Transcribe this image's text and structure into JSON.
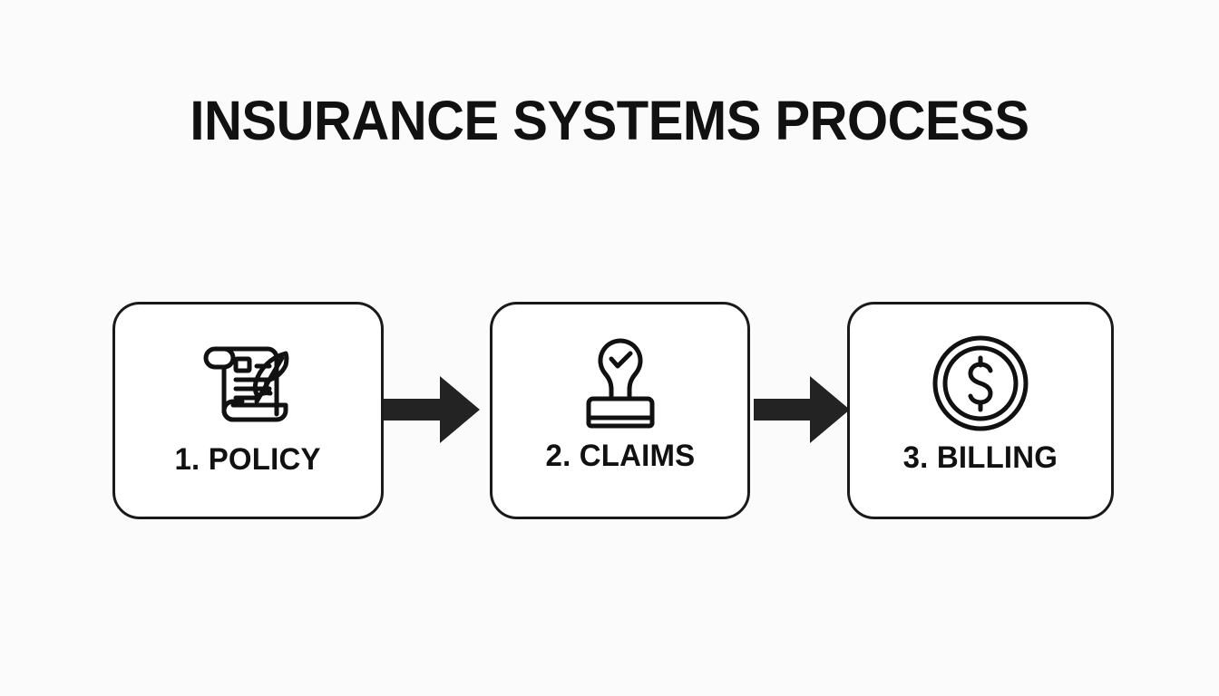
{
  "slide": {
    "title": "INSURANCE SYSTEMS PROCESS",
    "background_color": "#fbfbfb",
    "ink_color": "#111111",
    "card_border_color": "#1a1a1a",
    "card_fill_color": "#ffffff",
    "arrow_color": "#232323"
  },
  "steps": [
    {
      "number": "1",
      "label": "1. POLICY",
      "icon": "scroll-quill-icon",
      "icon_description": "rolled paper scroll with text lines and a feather quill pen"
    },
    {
      "number": "2",
      "label": "2. CLAIMS",
      "icon": "rubber-stamp-check-icon",
      "icon_description": "rubber stamp with a checkmark on its round handle"
    },
    {
      "number": "3",
      "label": "3. BILLING",
      "icon": "coin-dollar-icon",
      "icon_description": "coin with a dollar sign inside a double circle"
    }
  ],
  "connectors": [
    {
      "name": "arrow-policy-to-claims",
      "direction": "right"
    },
    {
      "name": "arrow-claims-to-billing",
      "direction": "right"
    }
  ]
}
